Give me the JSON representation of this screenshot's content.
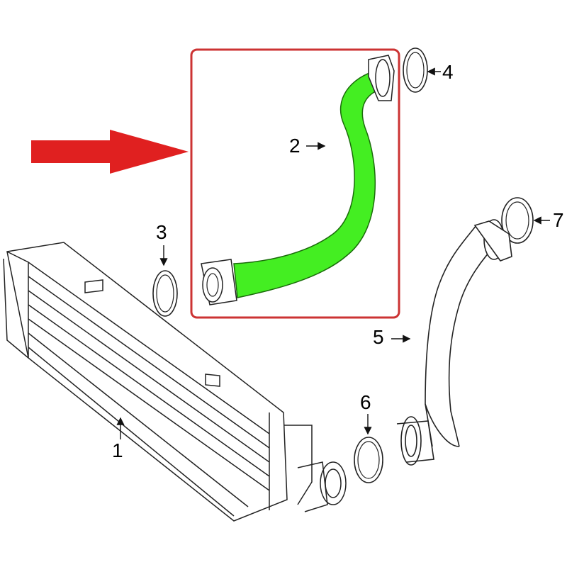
{
  "callouts": {
    "p1": "1",
    "p2": "2",
    "p3": "3",
    "p4": "4",
    "p5": "5",
    "p6": "6",
    "p7": "7"
  },
  "colors": {
    "highlight_fill": "#44ee22",
    "highlight_box": "#cc3333",
    "pointer_arrow": "#e02020",
    "line_art": "#222222"
  },
  "icons": {
    "pointer": "red-arrow-icon"
  }
}
